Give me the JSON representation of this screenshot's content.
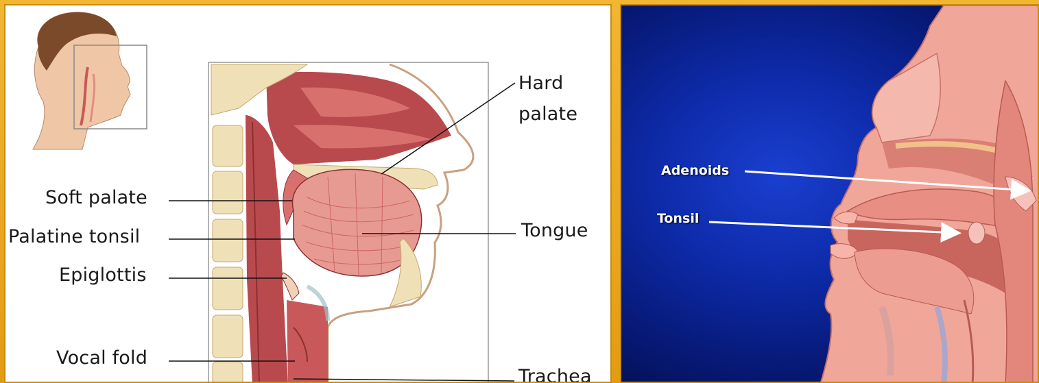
{
  "left_diagram": {
    "labels": {
      "hard_palate_line1": "Hard",
      "hard_palate_line2": "palate",
      "soft_palate": "Soft palate",
      "palatine_tonsil": "Palatine tonsil",
      "epiglottis": "Epiglottis",
      "vocal_fold": "Vocal fold",
      "tongue": "Tongue",
      "trachea": "Trachea"
    },
    "colors": {
      "tissue": "#c9585a",
      "tissue_light": "#e79a92",
      "bone": "#efe0b8",
      "skin": "#f0c7a6"
    }
  },
  "right_diagram": {
    "labels": {
      "adenoids": "Adenoids",
      "tonsil": "Tonsil"
    },
    "colors": {
      "background": "#0d2aa8",
      "flesh": "#f1a69a",
      "arrow": "#ffffff"
    }
  }
}
